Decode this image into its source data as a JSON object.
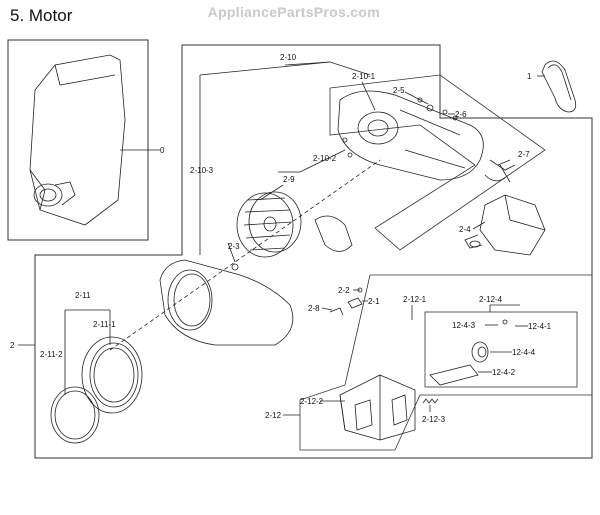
{
  "header": {
    "title": "5. Motor",
    "watermark": "AppliancePartsPros.com"
  },
  "callouts": {
    "c0": "0",
    "c1": "1",
    "c2": "2",
    "c2_1": "2-1",
    "c2_2": "2-2",
    "c2_3": "2-3",
    "c2_4": "2-4",
    "c2_5": "2-5",
    "c2_6": "2-6",
    "c2_7": "2-7",
    "c2_8": "2-8",
    "c2_9": "2-9",
    "c2_10": "2-10",
    "c2_10_1": "2-10-1",
    "c2_10_2": "2-10-2",
    "c2_10_3": "2-10-3",
    "c2_11": "2-11",
    "c2_11_1": "2-11-1",
    "c2_11_2": "2-11-2",
    "c2_12": "2-12",
    "c2_12_1": "2-12-1",
    "c2_12_2": "2-12-2",
    "c2_12_3": "2-12-3",
    "c2_12_4": "2-12-4",
    "c12_4_1": "12-4-1",
    "c12_4_2": "12-4-2",
    "c12_4_3": "12-4-3",
    "c12_4_4": "12-4-4"
  },
  "colors": {
    "line": "#222222",
    "frame": "#333333",
    "watermark": "#c9c9c9"
  }
}
